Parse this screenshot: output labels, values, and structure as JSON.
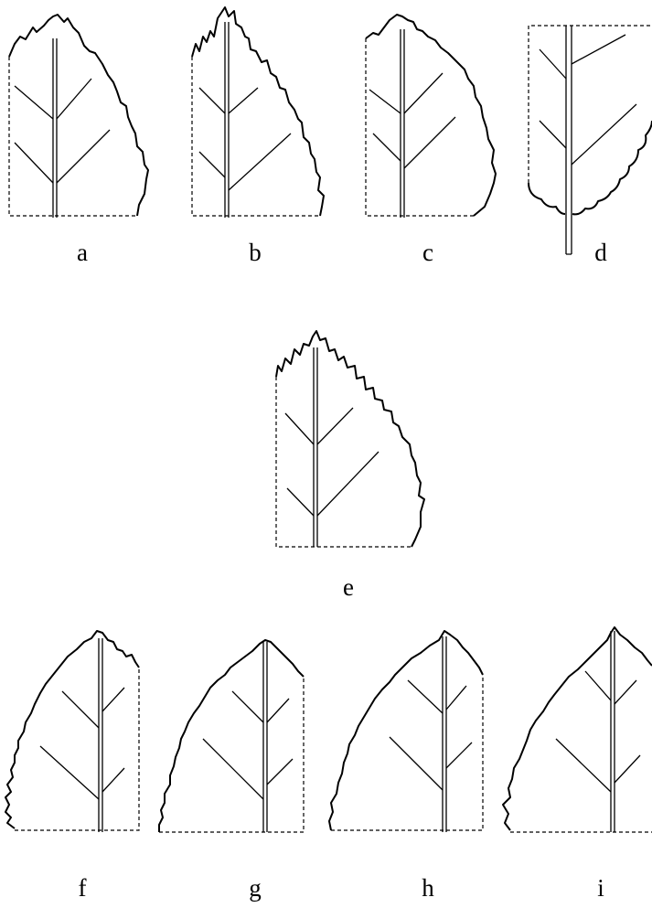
{
  "panels": [
    {
      "id": "a",
      "label": "a"
    },
    {
      "id": "b",
      "label": "b"
    },
    {
      "id": "c",
      "label": "c"
    },
    {
      "id": "d",
      "label": "d"
    },
    {
      "id": "e",
      "label": "e"
    },
    {
      "id": "f",
      "label": "f"
    },
    {
      "id": "g",
      "label": "g"
    },
    {
      "id": "h",
      "label": "h"
    },
    {
      "id": "i",
      "label": "i"
    }
  ],
  "colors": {
    "stroke": "#000000",
    "background": "#ffffff"
  }
}
